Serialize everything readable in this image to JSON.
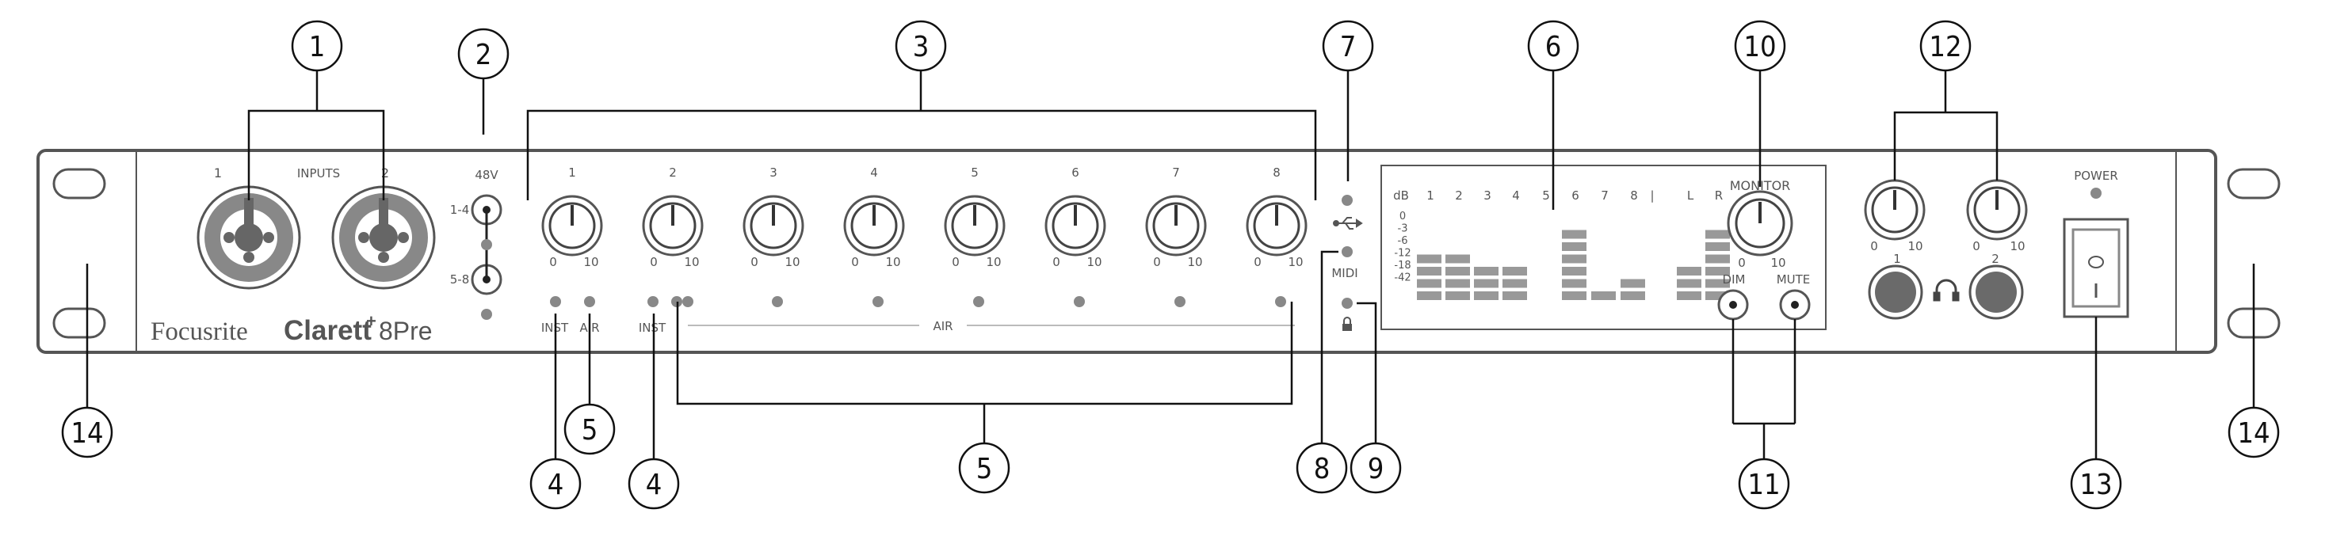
{
  "brand": {
    "name": "Focusrite",
    "model": "Clarett",
    "plus": "+",
    "suffix": "8Pre"
  },
  "inputs_label": "INPUTS",
  "combo_numbers": [
    "1",
    "2"
  ],
  "phantom": {
    "label": "48V",
    "group_a": "1-4",
    "group_b": "5-8"
  },
  "gain_channels": [
    "1",
    "2",
    "3",
    "4",
    "5",
    "6",
    "7",
    "8"
  ],
  "knob_scale": {
    "min": "0",
    "max": "10"
  },
  "inst_label_1": "INST",
  "air_label_1": "AIR",
  "inst_label_2": "INST",
  "air_label_bus": "AIR",
  "midi_label": "MIDI",
  "meter": {
    "db_label": "dB",
    "columns": [
      "1",
      "2",
      "3",
      "4",
      "5",
      "6",
      "7",
      "8",
      "L",
      "R"
    ],
    "separator": "|",
    "scale": [
      "0",
      "-3",
      "-6",
      "-12",
      "-18",
      "-42"
    ],
    "levels": [
      4,
      4,
      3,
      3,
      0,
      6,
      1,
      2,
      3,
      6
    ]
  },
  "monitor": {
    "label": "MONITOR",
    "min": "0",
    "max": "10",
    "dim": "DIM",
    "mute": "MUTE"
  },
  "headphones": {
    "outputs": [
      "1",
      "2"
    ]
  },
  "power_label": "POWER",
  "callouts": [
    "1",
    "2",
    "3",
    "4",
    "5",
    "6",
    "7",
    "8",
    "9",
    "10",
    "11",
    "12",
    "13",
    "14"
  ]
}
